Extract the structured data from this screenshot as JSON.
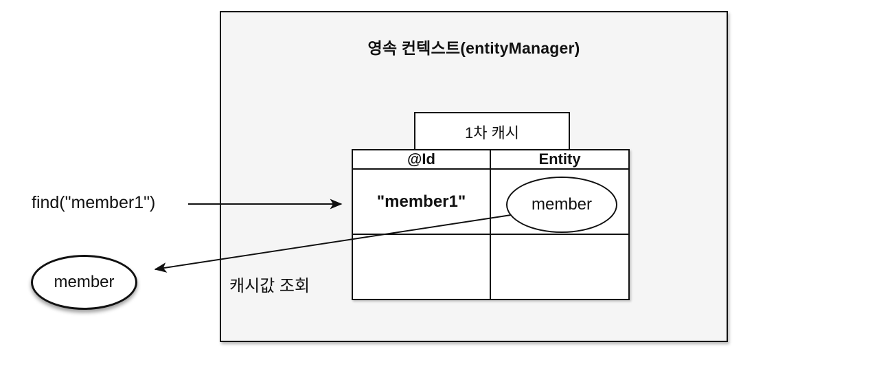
{
  "colors": {
    "canvas_bg": "#ffffff",
    "context_box_fill": "#f5f5f5",
    "stroke": "#111111",
    "cell_fill": "#ffffff",
    "text": "#111111"
  },
  "diagram": {
    "title": "영속 컨텍스트(entityManager)",
    "first_level_cache_label": "1차 캐시",
    "find_call_label": "find(\"member1\")",
    "cache_lookup_label": "캐시값 조회",
    "result_entity_label": "member",
    "table": {
      "headers": [
        "@Id",
        "Entity"
      ],
      "rows": [
        {
          "id": "\"member1\"",
          "entity": "member"
        },
        {
          "id": "",
          "entity": ""
        }
      ]
    }
  }
}
